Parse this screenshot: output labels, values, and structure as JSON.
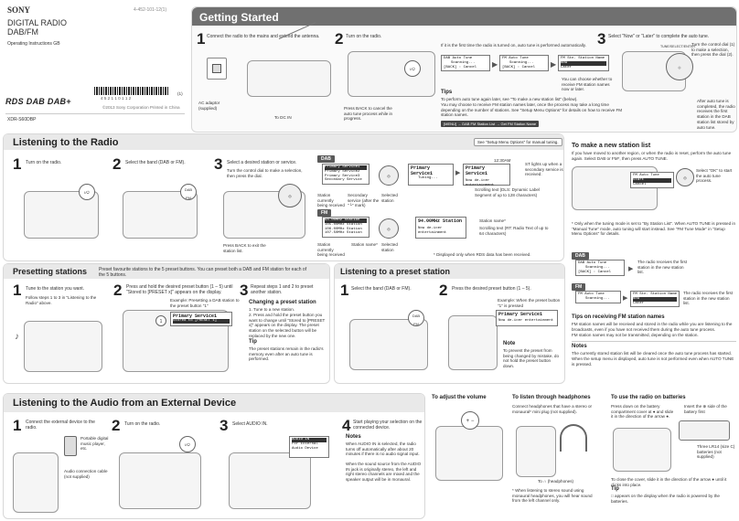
{
  "cover": {
    "brand": "SONY",
    "codes": "4-452-101-12(1)",
    "title1": "DIGITAL RADIO",
    "title2": "DAB/FM",
    "subtitle": "Operating Instructions  GB",
    "barcode_num": "4 5 2 1 1 0 1 1 2",
    "barcode_small": "(1)",
    "copyright": "©2013  Sony Corporation    Printed in China",
    "logos": "RDS  DAB  DAB+",
    "model": "XDR-S60DBP"
  },
  "getting_started": {
    "title": "Getting Started",
    "step1": {
      "num": "1",
      "text": "Connect the radio to the mains and extend the antenna.",
      "ac": "AC adaptor (supplied)",
      "dcin": "To DC IN"
    },
    "step2": {
      "num": "2",
      "text": "Turn on the radio.",
      "auto": "If it is the first time the radio is turned on, auto tune is performed automatically.",
      "lcd1": [
        "DAB Auto Tune",
        "Scanning...",
        "[BACK] : Cancel"
      ],
      "lcd2": [
        "FM Auto Tune",
        "Scanning...",
        "[BACK] : Cancel"
      ],
      "lcd3": [
        "FM Stn. Station Name",
        "Now",
        "Later"
      ],
      "choose": "You can choose whether to receive FM station names now or later.",
      "back": "Press BACK to cancel the auto tune process while in progress.",
      "tips_title": "Tips",
      "tips": [
        "To perform auto tune again later, see \"To make a new station list\" (below).",
        "You may choose to receive FM station names later, once the process may take a long time depending on the number of stations. See \"Setup Menu Options\" for details on how to receive FM station names."
      ],
      "menu_path": "[MENU] → DAB FM Station List → Get FM Station Name"
    },
    "step3": {
      "num": "3",
      "text": "Select \"Now\" or \"Later\" to complete the auto tune.",
      "knob": "TUNE/SELECT/ENTER",
      "turn": "Turn the control dial (1) to make a selection, then press the dial (2).",
      "after": "After auto tune is completed, the radio receives the first station in the DAB station list stored by auto tune."
    }
  },
  "listening": {
    "title": "Listening to the Radio",
    "setup_ref": "See \"Setup Menu Options\" for manual tuning.",
    "s1": {
      "num": "1",
      "text": "Turn on the radio."
    },
    "s2": {
      "num": "2",
      "text": "Select the band (DAB or FM)."
    },
    "s3": {
      "num": "3",
      "text": "Select a desired station or service.",
      "sub": "Turn the control dial to make a selection, then press the dial.",
      "back": "Press BACK to exit the station list."
    },
    "dab_label": "DAB",
    "fm_label": "FM",
    "dab_lcd1": [
      "Primary Service1",
      "Primary Service2",
      "Primary Service3",
      "Secondary Service"
    ],
    "dab_lcd2": [
      "Primary Service1",
      "Tuning..."
    ],
    "dab_lcd3": [
      "Primary Service1",
      "Now de-icer entertainment"
    ],
    "dab_time": "12:30AM",
    "dab_st": "ST lights up when a secondary service is received.",
    "dab_c1": "Station currently being received",
    "dab_c2": "Secondary service (after the \"└\" mark)",
    "dab_c3": "Selected station",
    "dab_scroll": "Scrolling text (DLS: Dynamic Label Segment of up to 128 characters)",
    "fm_lcd1": [
      "94.00MHz Station",
      "105.00MHz Station",
      "106.00MHz Station",
      "107.50MHz Station"
    ],
    "fm_lcd2": [
      "94.00MHz Station",
      "Now de-icer entertainment"
    ],
    "fm_c1": "Station currently being received",
    "fm_c2": "Station name*",
    "fm_c3": "Selected station",
    "fm_name": "Station name*",
    "fm_scroll": "Scrolling text (RT: Radio Text of up to 64 characters)",
    "rds_note": "* Displayed only when RDS data has been received."
  },
  "new_list": {
    "title": "To make a new station list",
    "intro": "If you have moved to another region, or when the radio is reset, perform the auto tune again. Select DAB or FM*, then press AUTO TUNE.",
    "lcd": [
      "FM Auto Tune",
      "Start",
      "Cancel"
    ],
    "sel": "Select \"OK\" to start the auto tune process.",
    "note": "* Only when the tuning mode is set to \"By Station List\". When AUTO TUNE is pressed in \"Manual Tune\" mode, auto tuning will start instead. See \"FM Tune Mode\" in \"Setup Menu Options\" for details.",
    "dab_label": "DAB",
    "fm_label": "FM",
    "dab_lcd": [
      "DAB Auto Tune",
      "Scanning...",
      "[BACK] : Cancel"
    ],
    "dab_txt": "The radio receives the first station in the new station list.",
    "fm_lcd": [
      "FM Stn. Station Name",
      "Now",
      "Later"
    ],
    "fm_lcd2": [
      "FM Auto Tune",
      "Scanning..."
    ],
    "fm_txt": "The radio receives the first station in the new station list.",
    "tips_title": "Tips on receiving FM station names",
    "tips": [
      "FM station names will be received and stored in the radio while you are listening to the broadcasts, even if you have not received them during the auto tune process.",
      "FM station names may not be transmitted, depending on the station."
    ],
    "notes_title": "Notes",
    "notes": [
      "The currently stored station list will be cleared once the auto tune process has started.",
      "When the setup menu is displayed, auto tune is not performed even when AUTO TUNE is pressed."
    ]
  },
  "presetting": {
    "title": "Presetting stations",
    "intro": "Preset favourite stations to the 5 preset buttons. You can preset both a DAB and FM station for each of the 5 buttons.",
    "s1": {
      "num": "1",
      "text": "Tune to the station you want.",
      "sub": "Follow steps 1 to 3 in \"Listening to the Radio\" above."
    },
    "s2": {
      "num": "2",
      "text": "Press and hold the desired preset button (1 – 5) until \"Stored to [PRESET x]\" appears on the display.",
      "example": "Example: Presetting a DAB station to the preset button \"1\"",
      "lcd": [
        "Primary Service1",
        "Stored to [PRESET 1]"
      ]
    },
    "s3": {
      "num": "3",
      "text": "Repeat steps 1 and 2 to preset another station.",
      "change_title": "Changing a preset station",
      "change": [
        "1. Tune to a new station.",
        "2. Press and hold the preset button you want to change until \"Stored to [PRESET x]\" appears on the display. The preset station on the selected button will be replaced by the new one."
      ],
      "tip_title": "Tip",
      "tip": "The preset stations remain in the radio's memory even after an auto tune is performed."
    }
  },
  "preset_listen": {
    "title": "Listening to a preset station",
    "s1": {
      "num": "1",
      "text": "Select the band (DAB or FM)."
    },
    "s2": {
      "num": "2",
      "text": "Press the desired preset button (1 – 5).",
      "example": "Example: When the preset button \"1\" is pressed",
      "lcd": [
        "Primary Service1",
        "Now de-icer entertainment"
      ],
      "note_title": "Note",
      "note": "To prevent the preset from being changed by mistake, do not hold the preset button down."
    }
  },
  "external": {
    "title": "Listening to the Audio from an External Device",
    "s1": {
      "num": "1",
      "text": "Connect the external device to the radio.",
      "portable": "Portable digital music player, etc.",
      "cable": "Audio connection cable (not supplied)"
    },
    "s2": {
      "num": "2",
      "text": "Turn on the radio."
    },
    "s3": {
      "num": "3",
      "text": "Select AUDIO IN.",
      "lcd": [
        "AUDIO IN",
        "For External",
        "Audio Device"
      ]
    },
    "s4": {
      "num": "4",
      "text": "Start playing your selection on the connected device.",
      "notes_title": "Notes",
      "notes": [
        "When AUDIO IN is selected, the radio turns off automatically after about 20 minutes if there is no audio signal input.",
        "When the sound source from the AUDIO IN jack is originally stereo, the left and right stereo channels are mixed and the speaker output will be in monaural."
      ]
    }
  },
  "volume": {
    "title": "To adjust the volume"
  },
  "headphones": {
    "title": "To listen through headphones",
    "text": "Connect headphones that have a stereo or monaural* mini plug (not supplied).",
    "jack": "To ∩ (headphones)",
    "note": "* When listening to stereo sound using monaural headphones, you will hear sound from the left channel only."
  },
  "batteries": {
    "title": "To use the radio on batteries",
    "text": "Press down on the battery compartment cover at ● and slide it in the direction of the arrow ●.",
    "insert": "Insert the ⊕ side of the battery first",
    "three": "Three LR14 (size C) batteries (not supplied)",
    "close": "To close the cover, slide it in the direction of the arrow ● until it clicks into place.",
    "tip_title": "Tip",
    "tip": "□ appears on the display when the radio is powered by the batteries."
  }
}
